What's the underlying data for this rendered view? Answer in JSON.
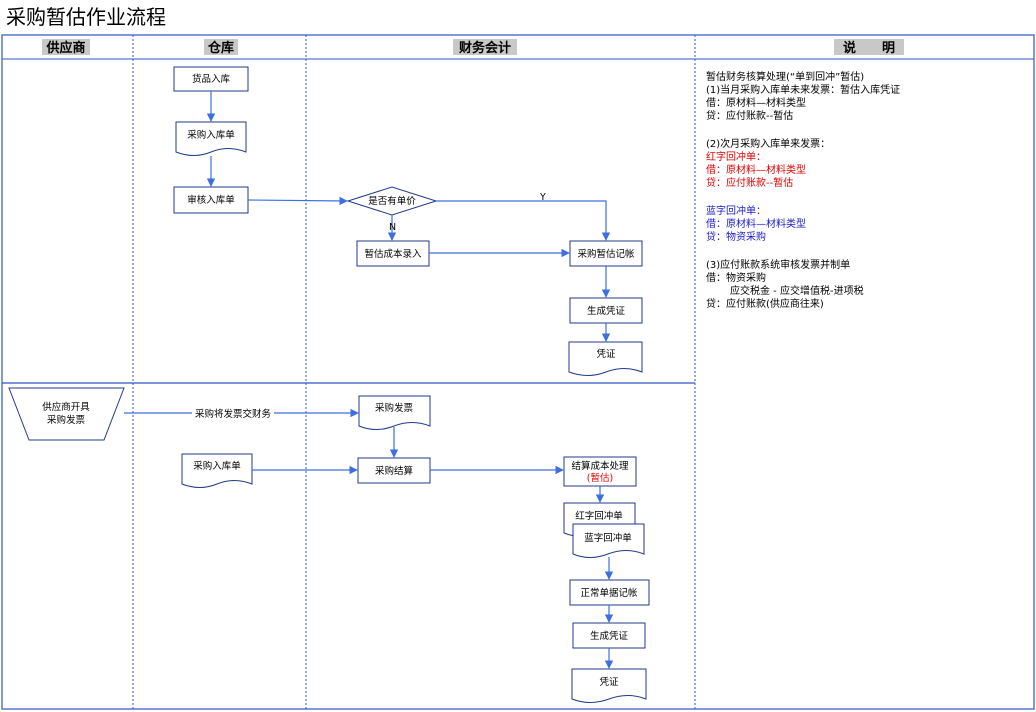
{
  "title": "采购暂估作业流程",
  "lanes": {
    "supplier": "供应商",
    "warehouse": "仓库",
    "accounting": "财务会计",
    "notes": "说　　明"
  },
  "nodes": {
    "goods_in": "货品入库",
    "po_receipt_1": "采购入库单",
    "review_receipt": "审核入库单",
    "has_price": "是否有单价",
    "yes": "Y",
    "no": "N",
    "est_cost_entry": "暂估成本录入",
    "est_posting": "采购暂估记帐",
    "gen_voucher_1": "生成凭证",
    "voucher_1": "凭证",
    "supplier_invoice_1": "供应商开具",
    "supplier_invoice_2": "采购发票",
    "invoice_to_finance": "采购将发票交财务",
    "purchase_invoice": "采购发票",
    "po_receipt_2": "采购入库单",
    "purchase_settle": "采购结算",
    "settle_cost_1": "结算成本处理",
    "settle_cost_2": "(暂估)",
    "red_reversal": "红字回冲单",
    "blue_reversal": "蓝字回冲单",
    "normal_posting": "正常单据记帐",
    "gen_voucher_2": "生成凭证",
    "voucher_2": "凭证"
  },
  "notes": {
    "l1": "暂估财务核算处理(“单到回冲”暂估)",
    "l2": "(1)当月采购入库单未来发票：暂估入库凭证",
    "l3": "借：原材料—材料类型",
    "l4": "贷：应付账款--暂估",
    "l5": "(2)次月采购入库单来发票：",
    "l6": "红字回冲单：",
    "l7": "借：原材料—材料类型",
    "l8": "贷：应付账款--暂估",
    "l9": "蓝字回冲单：",
    "l10": "借：原材料—材料类型",
    "l11": "贷：物资采购",
    "l12": "(3)应付账款系统审核发票并制单",
    "l13": "借：物资采购",
    "l14": "应交税金 - 应交增值税-进项税",
    "l15": "贷：应付账款(供应商往来)"
  },
  "colors": {
    "flow_line": "#3d6fe0",
    "box_border": "#223a8a",
    "lane_border": "#2c55c8",
    "header_bg": "#c8c8c8",
    "red_text": "#e00000",
    "blue_text": "#1a1acc"
  }
}
